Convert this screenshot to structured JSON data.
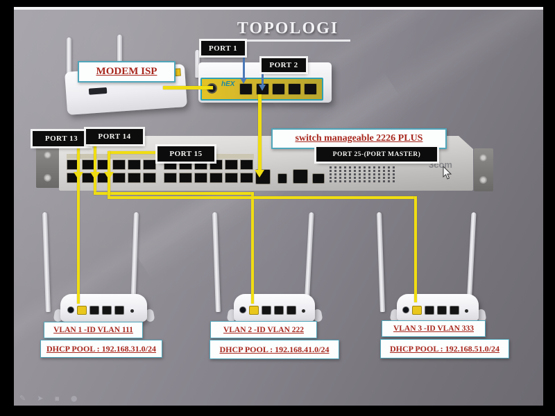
{
  "title": "TOPOLOGI",
  "colors": {
    "cable_yellow": "#f0dd12",
    "label_red": "#a8281e",
    "teal_border": "#4fa6bb",
    "arrow_blue": "#4b79b8",
    "background_gray": "#86838c"
  },
  "modem": {
    "label": "MODEM ISP"
  },
  "uplink_router": {
    "brand_label": "hEX",
    "port1_label": "PORT 1",
    "port2_label": "PORT 2"
  },
  "switch": {
    "name_label": "switch manageable 2226 PLUS",
    "master_port_label": "PORT 25-(PORT MASTER)",
    "brand": "3com",
    "port13_label": "PORT 13",
    "port14_label": "PORT 14",
    "port15_label": "PORT 15"
  },
  "vlans": [
    {
      "vlan_label": "VLAN 1 -ID VLAN 111",
      "dhcp_label": "DHCP POOL : 192.168.31.0/24"
    },
    {
      "vlan_label": "VLAN 2 -ID VLAN 222",
      "dhcp_label": "DHCP POOL : 192.168.41.0/24"
    },
    {
      "vlan_label": "VLAN 3 -ID VLAN 333",
      "dhcp_label": "DHCP POOL : 192.168.51.0/24"
    }
  ],
  "toolbar_icons": [
    "pencil-icon",
    "arrow-icon",
    "shape-icon",
    "dot-icon"
  ]
}
